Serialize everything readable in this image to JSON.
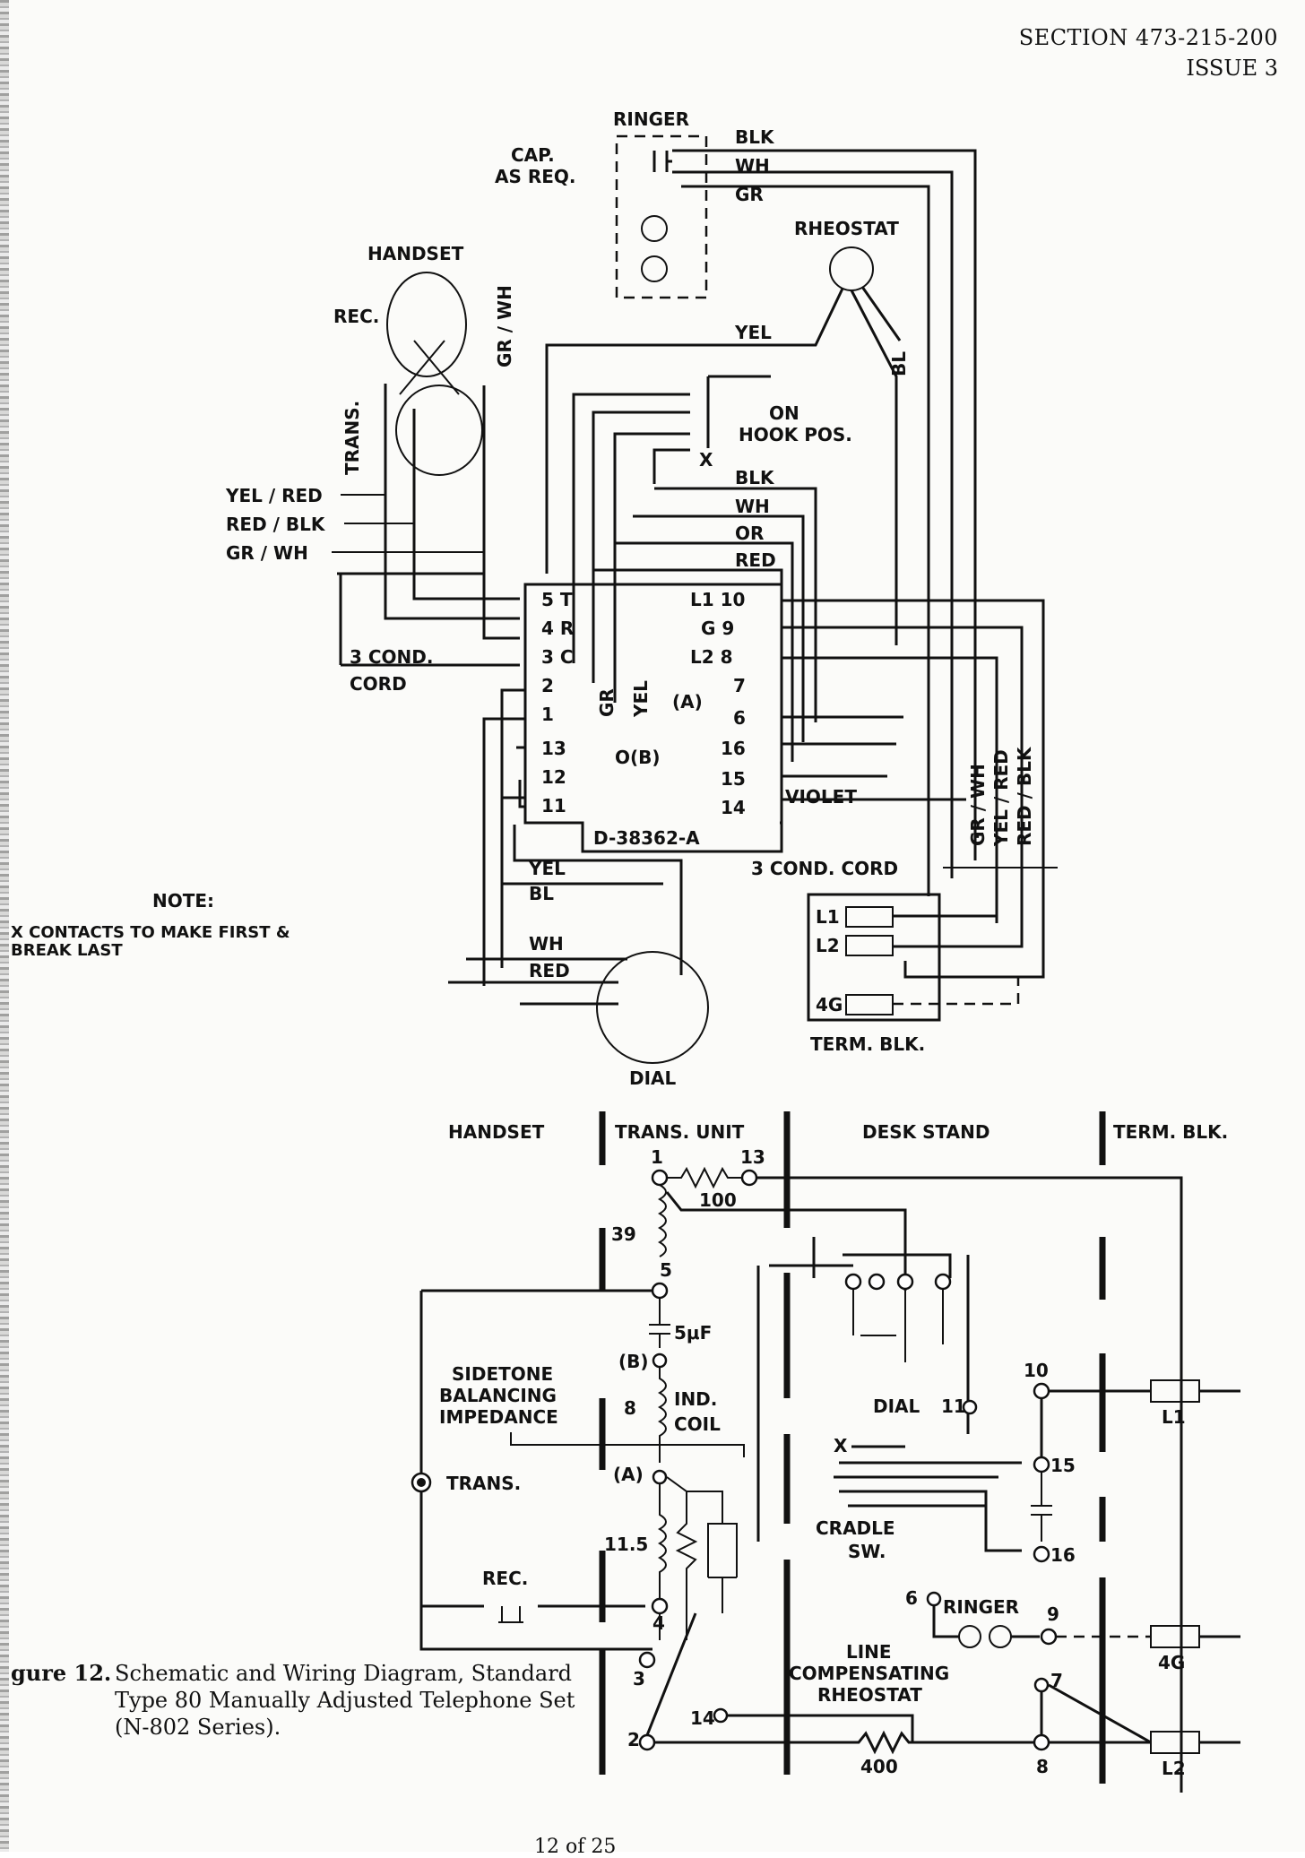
{
  "header": {
    "section": "SECTION 473-215-200",
    "issue": "ISSUE 3"
  },
  "wiring": {
    "ringer": "RINGER",
    "cap_line1": "CAP.",
    "cap_line2": "AS REQ.",
    "blk": "BLK",
    "wh": "WH",
    "gr": "GR",
    "rheostat": "RHEOSTAT",
    "handset": "HANDSET",
    "rec": "REC.",
    "gr_wh_handset": "GR / WH",
    "trans": "TRANS.",
    "yel": "YEL",
    "bl": "BL",
    "on_hook_1": "ON",
    "on_hook_2": "HOOK POS.",
    "x": "X",
    "or": "OR",
    "red": "RED",
    "yel_red": "YEL / RED",
    "red_blk": "RED / BLK",
    "gr_wh": "GR / WH",
    "cond_cord_1": "3 COND.",
    "cord": "CORD",
    "block_left": [
      "5 T",
      "4 R",
      "3 C",
      "2",
      "1",
      "13",
      "12",
      "11"
    ],
    "block_right": [
      "L1 10",
      "G 9",
      "L2 8",
      "7",
      "6",
      "16",
      "15",
      "14"
    ],
    "gr_vert": "GR",
    "yel_vert": "YEL",
    "a_mark": "(A)",
    "b_mark": "O(B)",
    "violet": "VIOLET",
    "block_id": "D-38362-A",
    "cord_right": "3 COND. CORD",
    "gr_wh_v": "GR / WH",
    "yel_red_v": "YEL / RED",
    "red_blk_v": "RED / BLK",
    "note_title": "NOTE:",
    "note_line1": "X CONTACTS  TO MAKE FIRST &",
    "note_line2": "BREAK LAST",
    "dial": "DIAL",
    "term_l1": "L1",
    "term_l2": "L2",
    "term_4g": "4G",
    "term_blk": "TERM. BLK."
  },
  "schematic": {
    "col_handset": "HANDSET",
    "col_trans_unit": "TRANS. UNIT",
    "col_desk_stand": "DESK  STAND",
    "col_term_blk": "TERM. BLK.",
    "n1": "1",
    "n13": "13",
    "r100": "100",
    "n39": "39",
    "n5": "5",
    "cap": "5μF",
    "b": "(B)",
    "sidetone_1": "SIDETONE",
    "sidetone_2": "BALANCING",
    "sidetone_3": "IMPEDANCE",
    "n8": "8",
    "ind_1": "IND.",
    "ind_2": "COIL",
    "a": "(A)",
    "trans": "TRANS.",
    "n115": "11.5",
    "rec": "REC.",
    "n4": "4",
    "n3": "3",
    "n2": "2",
    "n14": "14",
    "dial": "DIAL",
    "n11": "11",
    "xmark": "X",
    "cradle_1": "CRADLE",
    "cradle_2": "SW.",
    "n6": "6",
    "ringer": "RINGER",
    "line_1": "LINE",
    "line_2": "COMPENSATING",
    "line_3": "RHEOSTAT",
    "r400": "400",
    "n10": "10",
    "n15": "15",
    "n16": "16",
    "n9": "9",
    "n7": "7",
    "n8b": "8",
    "l1": "L1",
    "g4": "4G",
    "l2": "L2"
  },
  "caption": {
    "number": "gure 12.",
    "text": "Schematic and Wiring Diagram, Standard Type 80 Manually Adjusted Telephone Set (N-802 Series)."
  },
  "page_number": "12 of 25"
}
